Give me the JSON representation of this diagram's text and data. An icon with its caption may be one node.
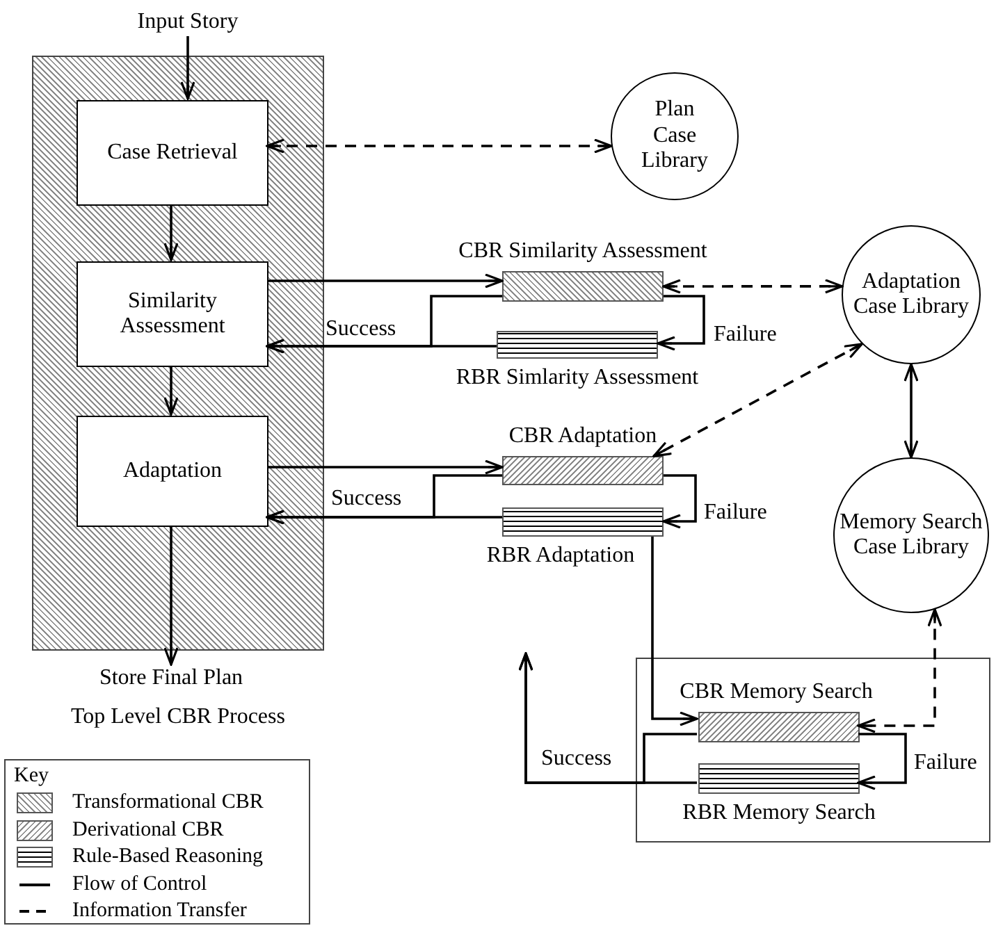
{
  "diagram": {
    "nodes": [
      {
        "text": [
          "Top Level CBR Process"
        ]
      },
      {
        "text": [
          "Input Story"
        ]
      },
      {
        "text": [
          "Case Retrieval"
        ],
        "in": 0
      },
      {
        "text": [
          "Similarity Assessment"
        ],
        "in": 0
      },
      {
        "text": [
          "Adaptation"
        ],
        "in": 0
      },
      {
        "text": [
          "Store Final Plan"
        ]
      },
      {
        "text": [
          "Plan Case Library"
        ]
      },
      {
        "text": [
          "CBR Similarity Assessment"
        ]
      },
      {
        "text": [
          "RBR Simlarity Assessment"
        ]
      },
      {
        "text": [
          "Adaptation Case Library"
        ]
      },
      {
        "text": [
          "CBR Adaptation"
        ]
      },
      {
        "text": [
          "RBR Adaptation"
        ]
      },
      {
        "text": [
          "Memory Search Case Library"
        ]
      },
      {
        "text": [],
        "shape": "box"
      },
      {
        "text": [
          "CBR Memory Search"
        ],
        "in": 13
      },
      {
        "text": [
          "RBR Memory Search"
        ],
        "in": 13
      }
    ],
    "edges": [
      {
        "from": 1,
        "to": 2,
        "arrow": "to"
      },
      {
        "from": 2,
        "to": 3,
        "arrow": "to"
      },
      {
        "from": 3,
        "to": 4,
        "arrow": "to"
      },
      {
        "from": 4,
        "to": 5,
        "arrow": "to"
      },
      {
        "from": 2,
        "to": 6,
        "arrow": "both",
        "style": "dashed"
      },
      {
        "from": 3,
        "to": 7,
        "arrow": "to"
      },
      {
        "from": 7,
        "to": 8,
        "arrow": "to",
        "label": "Failure"
      },
      {
        "from": 7,
        "to": 3,
        "arrow": "to"
      },
      {
        "from": 8,
        "to": 3,
        "arrow": "to",
        "label": "Success"
      },
      {
        "from": 7,
        "to": 9,
        "arrow": "both",
        "style": "dashed"
      },
      {
        "from": 9,
        "to": 10,
        "arrow": "both",
        "style": "dashed"
      },
      {
        "from": 9,
        "to": 12,
        "arrow": "both"
      },
      {
        "from": 4,
        "to": 10,
        "arrow": "to"
      },
      {
        "from": 10,
        "to": 11,
        "arrow": "to",
        "label": "Failure"
      },
      {
        "from": 10,
        "to": 4,
        "arrow": "to"
      },
      {
        "from": 11,
        "to": 4,
        "arrow": "to",
        "label": "Success"
      },
      {
        "from": 11,
        "to": 14,
        "arrow": "to"
      },
      {
        "from": 14,
        "to": 15,
        "arrow": "to",
        "label": "Failure"
      },
      {
        "from": 14,
        "to": null,
        "arrow": "to"
      },
      {
        "from": 15,
        "to": null,
        "arrow": "to",
        "label": "Success"
      },
      {
        "from": 12,
        "to": 14,
        "arrow": "both",
        "style": "dashed"
      }
    ],
    "labels": [
      "Key"
    ],
    "legend": [
      {
        "text": "Transformational CBR"
      },
      {
        "text": "Derivational CBR"
      },
      {
        "text": "Rule-Based Reasoning"
      },
      {
        "text": "Flow of Control"
      },
      {
        "text": "Information Transfer"
      }
    ]
  }
}
